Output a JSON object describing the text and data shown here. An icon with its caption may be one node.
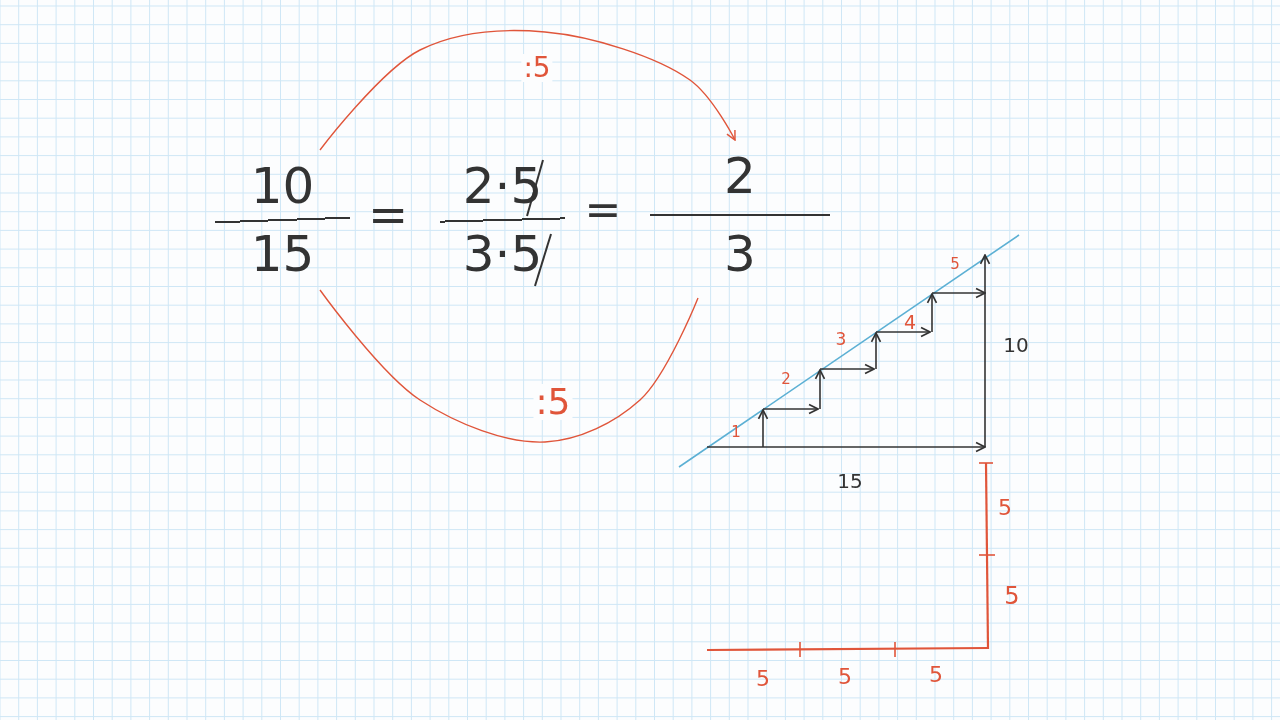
{
  "diagram": {
    "nodes": [
      {
        "text": [
          "10",
          "15"
        ]
      },
      {
        "text": [
          "2·5",
          "3·5"
        ]
      },
      {
        "text": [
          "2",
          "3"
        ]
      }
    ],
    "edges": [
      {
        "from": 0,
        "to": 2,
        "arrow": "to",
        "label": ":5"
      },
      {
        "from": 0,
        "to": 2,
        "arrow": "none",
        "label": ":5"
      }
    ],
    "labels": [
      "=",
      "=",
      "1",
      "2",
      "3",
      "4",
      "5",
      "10",
      "15",
      "5",
      "5",
      "5",
      "5",
      "5"
    ]
  }
}
